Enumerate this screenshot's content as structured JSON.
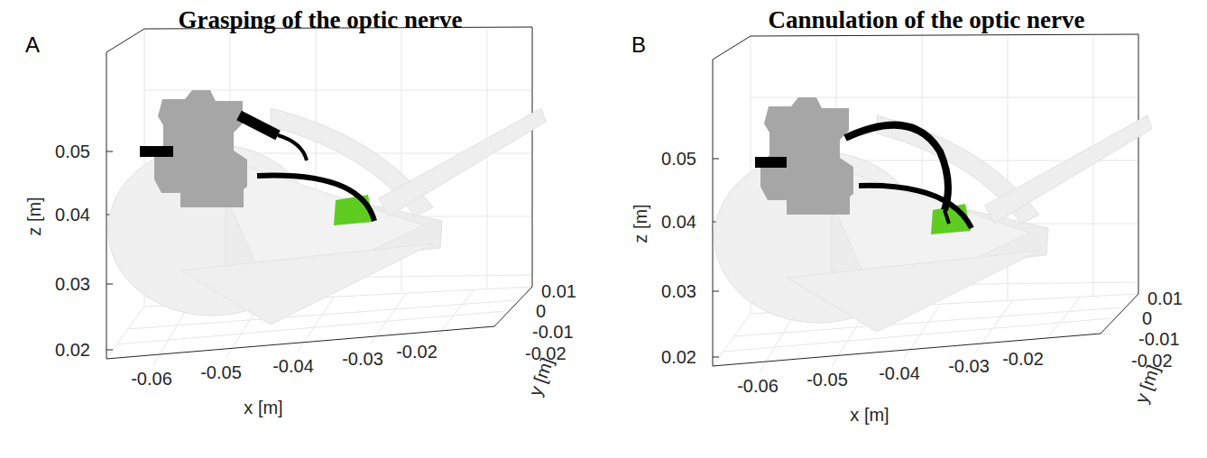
{
  "diagram": {
    "labels": [
      "A",
      "Grasping of the optic nerve",
      "0.05",
      "0.04",
      "0.03",
      "0.02",
      "z [m]",
      "-0.06",
      "-0.05",
      "-0.04",
      "-0.03",
      "-0.02",
      "x [m]",
      "0.01",
      "0",
      "-0.01",
      "-0.02",
      "y [m]",
      "B",
      "Cannulation of the optic nerve",
      "0.05",
      "0.04",
      "0.03",
      "0.02",
      "z [m]",
      "-0.06",
      "-0.05",
      "-0.04",
      "-0.03",
      "-0.02",
      "x [m]",
      "0.01",
      "0",
      "-0.01",
      "-0.02",
      "y [m]"
    ]
  }
}
